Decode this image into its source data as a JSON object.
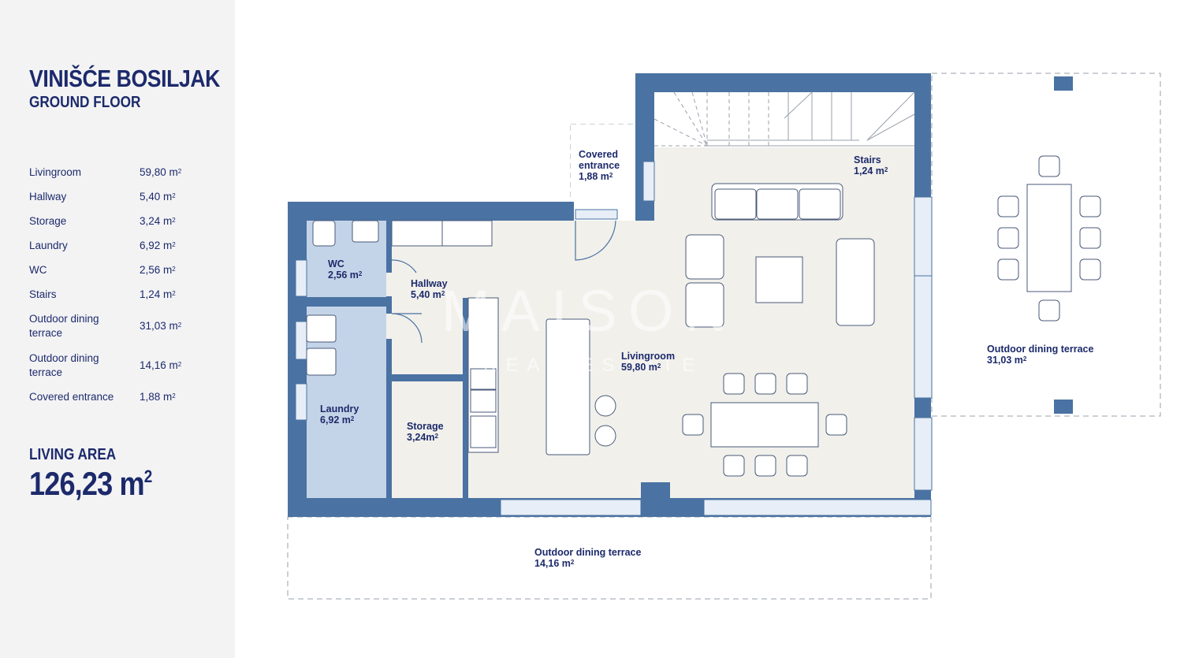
{
  "header": {
    "title": "VINIŠĆE BOSILJAK",
    "subtitle": "GROUND FLOOR"
  },
  "rooms": [
    {
      "name": "Livingroom",
      "area": "59,80 m"
    },
    {
      "name": "Hallway",
      "area": "5,40 m"
    },
    {
      "name": "Storage",
      "area": "3,24 m"
    },
    {
      "name": "Laundry",
      "area": "6,92 m"
    },
    {
      "name": "WC",
      "area": "2,56 m"
    },
    {
      "name": "Stairs",
      "area": "1,24 m"
    },
    {
      "name": "Outdoor dining terrace",
      "area": "31,03 m"
    },
    {
      "name": "Outdoor dining terrace",
      "area": "14,16 m"
    },
    {
      "name": "Covered entrance",
      "area": "1,88 m"
    }
  ],
  "unit_sup": "2",
  "living_area": {
    "label": "LIVING AREA",
    "value": "126,23 m"
  },
  "plan_labels": {
    "covered_entrance": {
      "name1": "Covered",
      "name2": "entrance",
      "area": "1,88 m"
    },
    "stairs": {
      "name": "Stairs",
      "area": "1,24 m"
    },
    "wc": {
      "name": "WC",
      "area": "2,56 m"
    },
    "hallway": {
      "name": "Hallway",
      "area": "5,40 m"
    },
    "laundry": {
      "name": "Laundry",
      "area": "6,92 m"
    },
    "storage": {
      "name": "Storage",
      "area": "3,24m"
    },
    "livingroom": {
      "name": "Livingroom",
      "area": "59,80 m"
    },
    "terrace_right": {
      "name": "Outdoor dining terrace",
      "area": "31,03 m"
    },
    "terrace_bottom": {
      "name": "Outdoor dining terrace",
      "area": "14,16 m"
    }
  },
  "watermark": {
    "brand": "MAISON",
    "tagline": "REAL ESTATE"
  },
  "colors": {
    "wall": "#4a72a2",
    "floor": "#f1f0eb",
    "wet_room": "#c4d4e8",
    "text": "#1c2a6b",
    "sidebar": "#f3f3f4"
  }
}
